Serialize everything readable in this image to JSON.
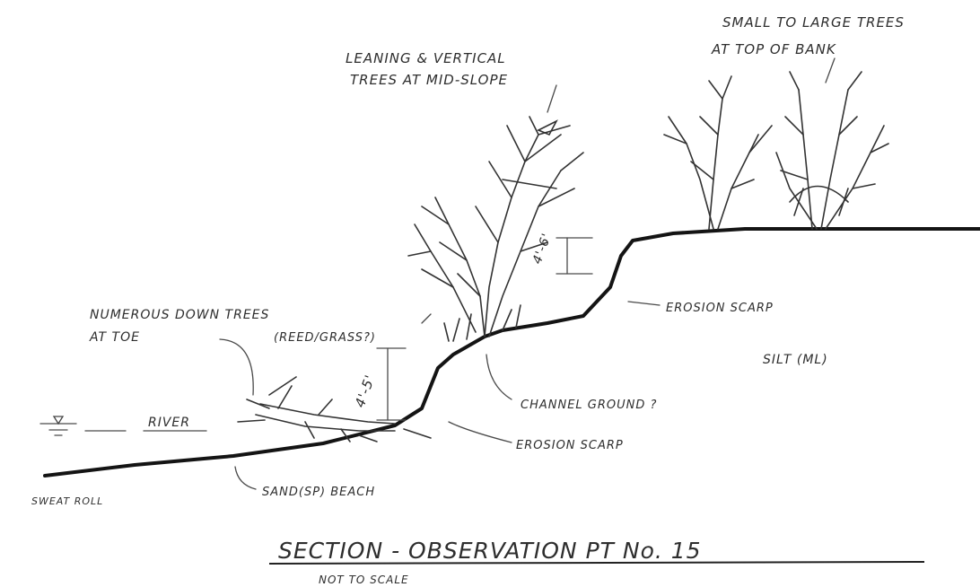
{
  "sketch": {
    "labels": {
      "top_of_bank_trees_1": "SMALL TO LARGE TREES",
      "top_of_bank_trees_2": "AT TOP OF BANK",
      "mid_slope_trees_1": "LEANING & VERTICAL",
      "mid_slope_trees_2": "TREES AT MID-SLOPE",
      "down_trees_1": "NUMEROUS DOWN TREES",
      "down_trees_2": "AT TOE",
      "grass": "(REED/GRASS?)",
      "upper_height": "4'-6'",
      "upper_scarp": "EROSION SCARP",
      "silt": "SILT (ML)",
      "lower_height": "4'-5'",
      "channel_ground": "CHANNEL GROUND ?",
      "lower_scarp": "EROSION SCARP",
      "river": "RIVER",
      "beach": "SAND(SP) BEACH",
      "river_left": "SWEAT ROLL"
    },
    "title": "SECTION - OBSERVATION PT No. 15",
    "subtitle": "NOT TO SCALE"
  }
}
